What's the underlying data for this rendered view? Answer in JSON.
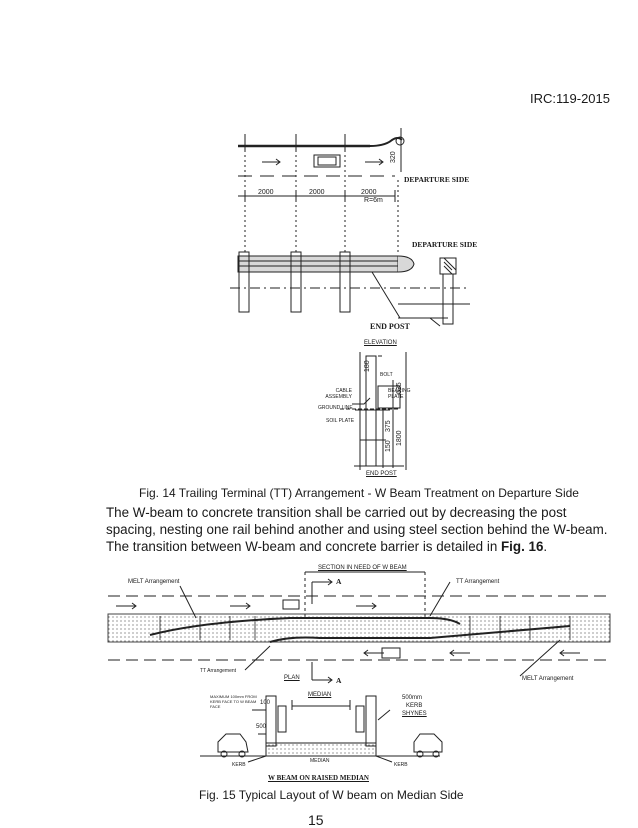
{
  "header": {
    "code": "IRC:119-2015"
  },
  "fig14": {
    "departure_side_top": "DEPARTURE SIDE",
    "departure_side_mid": "DEPARTURE SIDE",
    "dim_1": "2000",
    "dim_2": "2000",
    "dim_3": "2000",
    "radius": "R=6m",
    "height_dim": "320",
    "end_post_top": "END POST",
    "elevation": "ELEVATION",
    "end_post_bottom": "END POST",
    "label_cable": "CABLE ASSEMBLY",
    "label_ground": "GROUND LINE",
    "label_soil": "SOIL PLATE",
    "label_bearing": "BEARING PLATE",
    "label_bolt": "BOLT",
    "dim_180": "180",
    "dim_635": "635",
    "dim_150": "150",
    "dim_375": "375",
    "dim_1800": "1800",
    "caption": "Fig. 14  Trailing Terminal (TT) Arrangement - W Beam Treatment on Departure Side"
  },
  "paragraph": {
    "part1": "The W-beam to concrete transition shall be carried out by decreasing the post spacing, nesting one rail behind another and using steel section behind the W-beam. The transition between W-beam and concrete barrier is detailed in ",
    "ref": "Fig. 16",
    "part2": "."
  },
  "fig15": {
    "section_label": "SECTION IN NEED OF W BEAM",
    "melt_left": "MELT Arrangement",
    "tt_right": "TT Arrangement",
    "section_a_top": "A",
    "section_a_bottom": "A",
    "tt_left": "TT Arrangement",
    "plan": "PLAN",
    "melt_right": "MELT Arrangement",
    "median_top": "MEDIAN",
    "median_bottom": "MEDIAN",
    "max_note": "MAXIMUM 100mm FROM KERB FACE TO W BEAM FACE",
    "dim_100": "100",
    "dim_500": "500",
    "kerb_500": "500mm",
    "kerb_word": "KERB",
    "shynes": "SHYNES",
    "kerb_left": "KERB",
    "kerb_right": "KERB",
    "title_bottom": "W BEAM ON RAISED MEDIAN",
    "caption": "Fig. 15  Typical Layout of W beam on Median Side"
  },
  "page_number": "15"
}
